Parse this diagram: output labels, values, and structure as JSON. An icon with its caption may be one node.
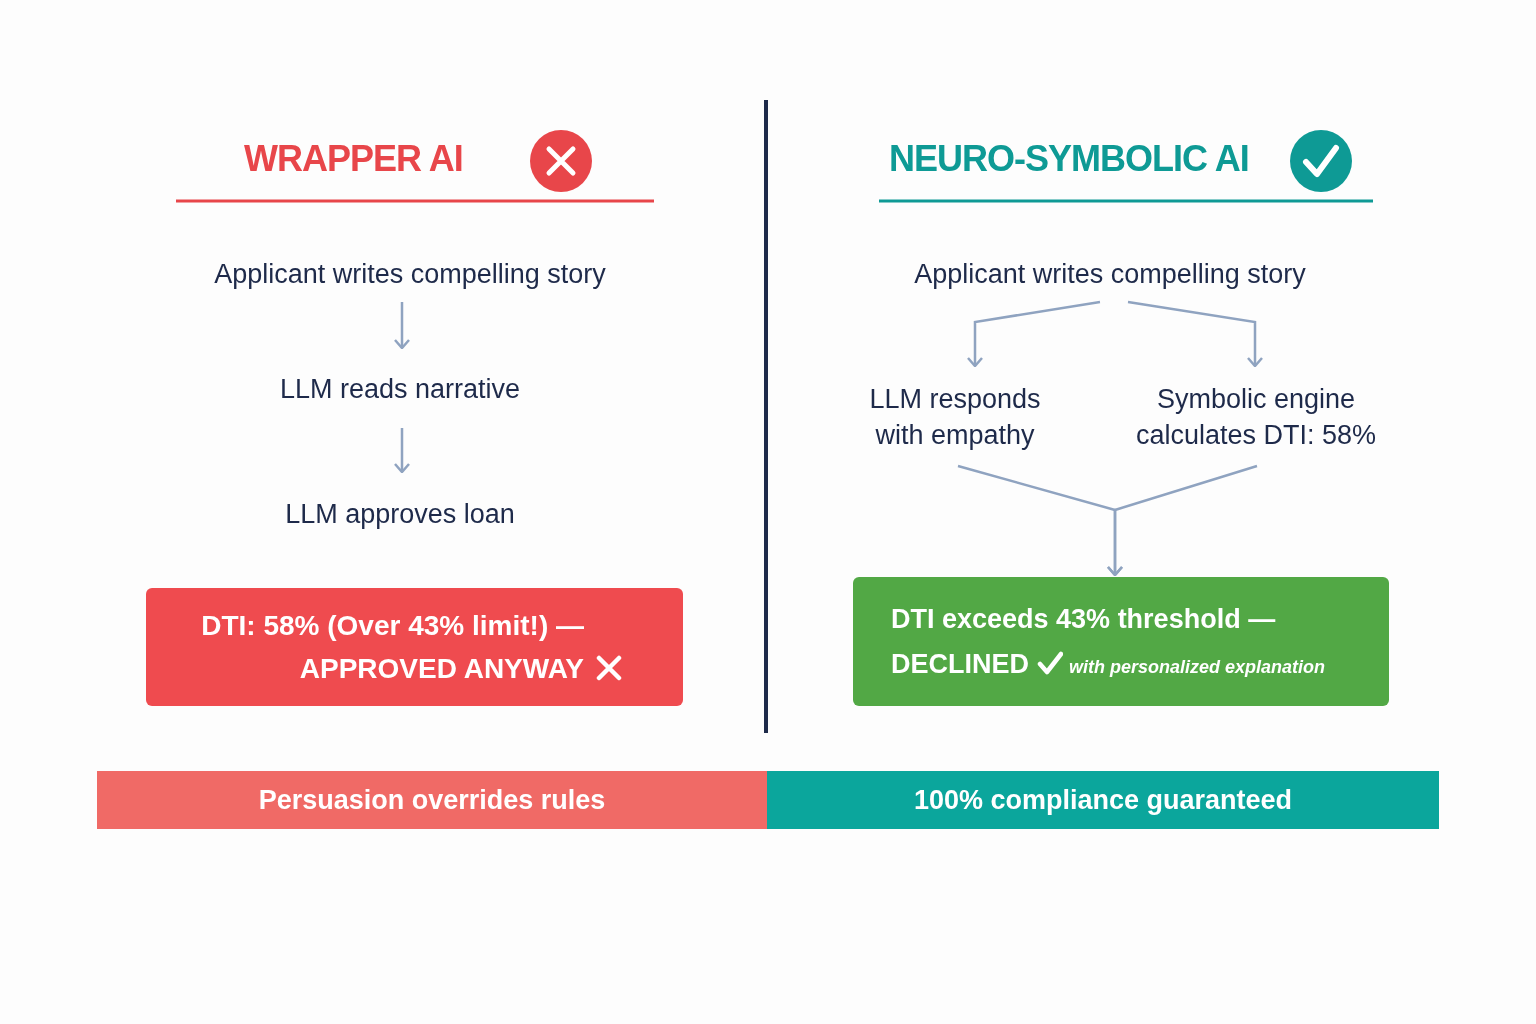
{
  "diagram": {
    "nodes": [
      {
        "text": [
          "Applicant writes compelling story"
        ]
      },
      {
        "text": [
          "LLM reads narrative"
        ]
      },
      {
        "text": [
          "LLM approves loan"
        ]
      },
      {
        "text": [
          "DTI: 58% (Over 43% limit!) — APPROVED ANYWAY"
        ]
      },
      {
        "text": [
          "Applicant writes compelling story"
        ]
      },
      {
        "text": [
          "LLM responds with empathy"
        ]
      },
      {
        "text": [
          "Symbolic engine calculates DTI: 58%"
        ]
      },
      {
        "text": [
          "DTI exceeds 43% threshold — DECLINED",
          "with personalized explanation"
        ]
      },
      {
        "text": [
          "Persuasion overrides rules"
        ]
      },
      {
        "text": [
          "100% compliance guaranteed"
        ]
      }
    ],
    "edges": [
      {
        "from": 0,
        "to": 1,
        "arrow": "to"
      },
      {
        "from": 1,
        "to": 2,
        "arrow": "to"
      },
      {
        "from": 4,
        "to": 5,
        "arrow": "to"
      },
      {
        "from": 4,
        "to": 6,
        "arrow": "to"
      },
      {
        "from": 5,
        "to": 7,
        "arrow": "to"
      },
      {
        "from": 6,
        "to": 7,
        "arrow": "to"
      }
    ],
    "labels": [
      "WRAPPER AI",
      "NEURO-SYMBOLIC AI"
    ]
  }
}
